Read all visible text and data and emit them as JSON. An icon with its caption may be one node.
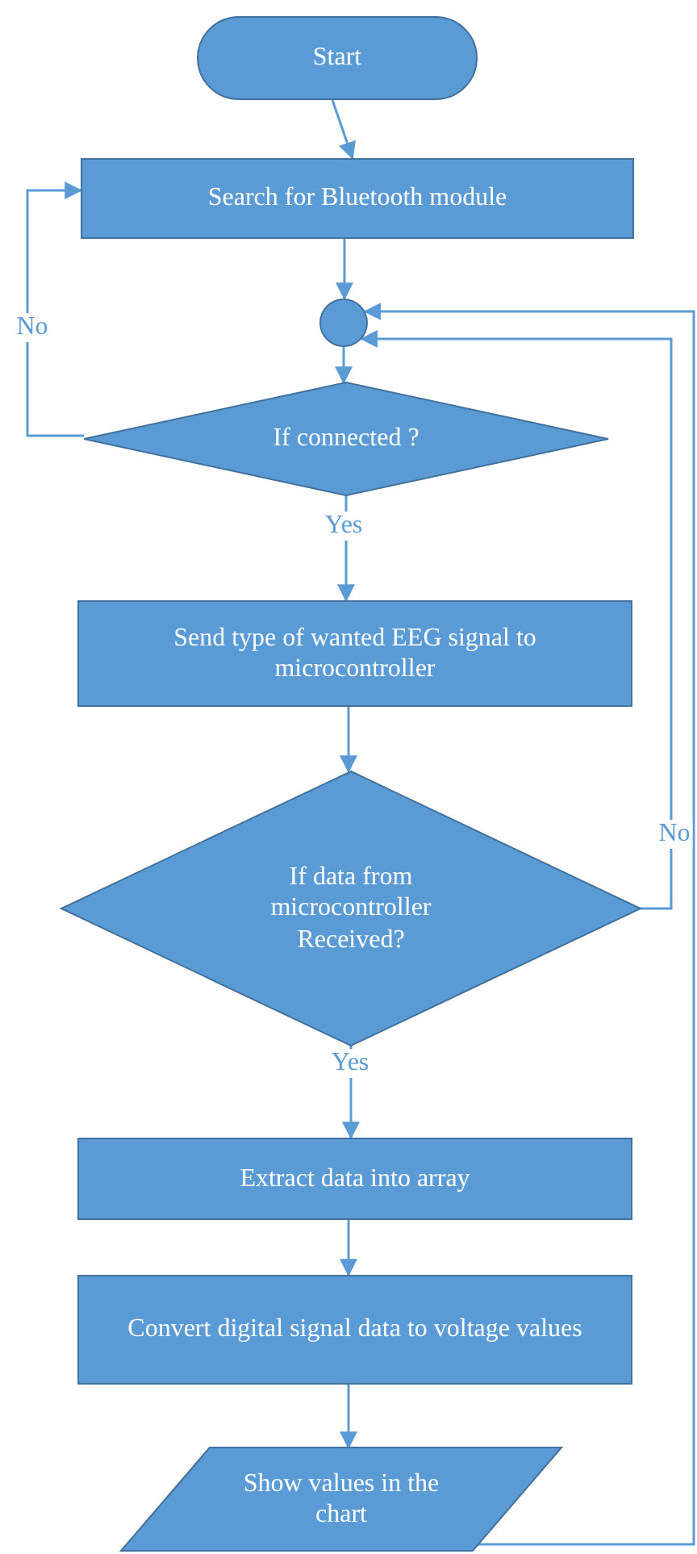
{
  "diagram": {
    "nodes": [
      {
        "text": [
          "Start"
        ]
      },
      {
        "text": [
          "Search for Bluetooth module"
        ]
      },
      {
        "text": [],
        "shape": "circle"
      },
      {
        "text": [
          "If connected ?"
        ]
      },
      {
        "text": [
          "Send type of wanted EEG signal to microcontroller"
        ]
      },
      {
        "text": [
          "If data from microcontroller Received?"
        ]
      },
      {
        "text": [
          "Extract data into array"
        ]
      },
      {
        "text": [
          "Convert digital signal data to voltage values"
        ]
      },
      {
        "text": [
          "Show values in the chart"
        ]
      }
    ],
    "edges": [
      {
        "from": 0,
        "to": 1,
        "arrow": "to"
      },
      {
        "from": 1,
        "to": 2,
        "arrow": "to"
      },
      {
        "from": 2,
        "to": 3,
        "arrow": "to"
      },
      {
        "from": 3,
        "to": 1,
        "arrow": "to",
        "label": "No"
      },
      {
        "from": 3,
        "to": 4,
        "arrow": "to",
        "label": "Yes"
      },
      {
        "from": 4,
        "to": 5,
        "arrow": "to"
      },
      {
        "from": 5,
        "to": 2,
        "arrow": "to",
        "label": "No"
      },
      {
        "from": 5,
        "to": 6,
        "arrow": "to",
        "label": "Yes"
      },
      {
        "from": 6,
        "to": 7,
        "arrow": "to"
      },
      {
        "from": 7,
        "to": 8,
        "arrow": "to"
      },
      {
        "from": 8,
        "to": 2,
        "arrow": "to"
      }
    ]
  }
}
